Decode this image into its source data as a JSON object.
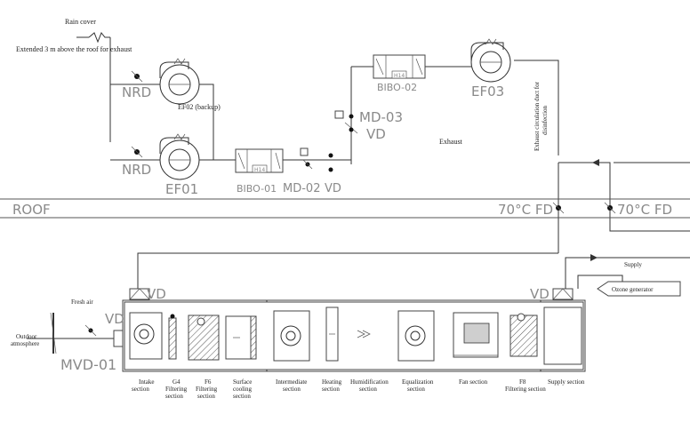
{
  "labels": {
    "rain_cover": "Rain cover",
    "roof_exhaust": "Extended 3 m above the roof for exhaust",
    "nrd_top": "NRD",
    "nrd_bottom": "NRD",
    "ef02": "EF02 (backup)",
    "ef01": "EF01",
    "bibo01": "BIBO-01",
    "md02": "MD-02",
    "vd_md02": "VD",
    "md03": "MD-03",
    "vd_md03": "VD",
    "bibo02": "BIBO-02",
    "h14_a": "H14",
    "h14_b": "H14",
    "ef03": "EF03",
    "circ_duct_1": "Exhaust circulation duct for",
    "circ_duct_2": "disinfection",
    "exhaust": "Exhaust",
    "roof": "ROOF",
    "fd_left": "70°C FD",
    "fd_right": "70°C FD",
    "supply": "Supply",
    "ozone": "Ozone generator",
    "vd_left": "VD",
    "vd_right": "VD",
    "vd_intake": "VD",
    "fresh_air": "Fresh air",
    "outdoor_1": "Outdoor",
    "outdoor_2": "atmosphere",
    "mvd01": "MVD-01"
  },
  "sections": [
    {
      "lines": [
        "Intake",
        "section"
      ]
    },
    {
      "lines": [
        "G4",
        "Filtering",
        "section"
      ]
    },
    {
      "lines": [
        "F6",
        "Filtering",
        "section"
      ]
    },
    {
      "lines": [
        "Surface",
        "cooling",
        "section"
      ]
    },
    {
      "lines": [
        "Intermediate",
        "section"
      ]
    },
    {
      "lines": [
        "Heating",
        "section"
      ]
    },
    {
      "lines": [
        "Humidification",
        "section"
      ]
    },
    {
      "lines": [
        "Equalization",
        "section"
      ]
    },
    {
      "lines": [
        "Fan section"
      ]
    },
    {
      "lines": [
        "F8",
        "Filtering section"
      ]
    },
    {
      "lines": [
        "Supply section"
      ]
    }
  ]
}
